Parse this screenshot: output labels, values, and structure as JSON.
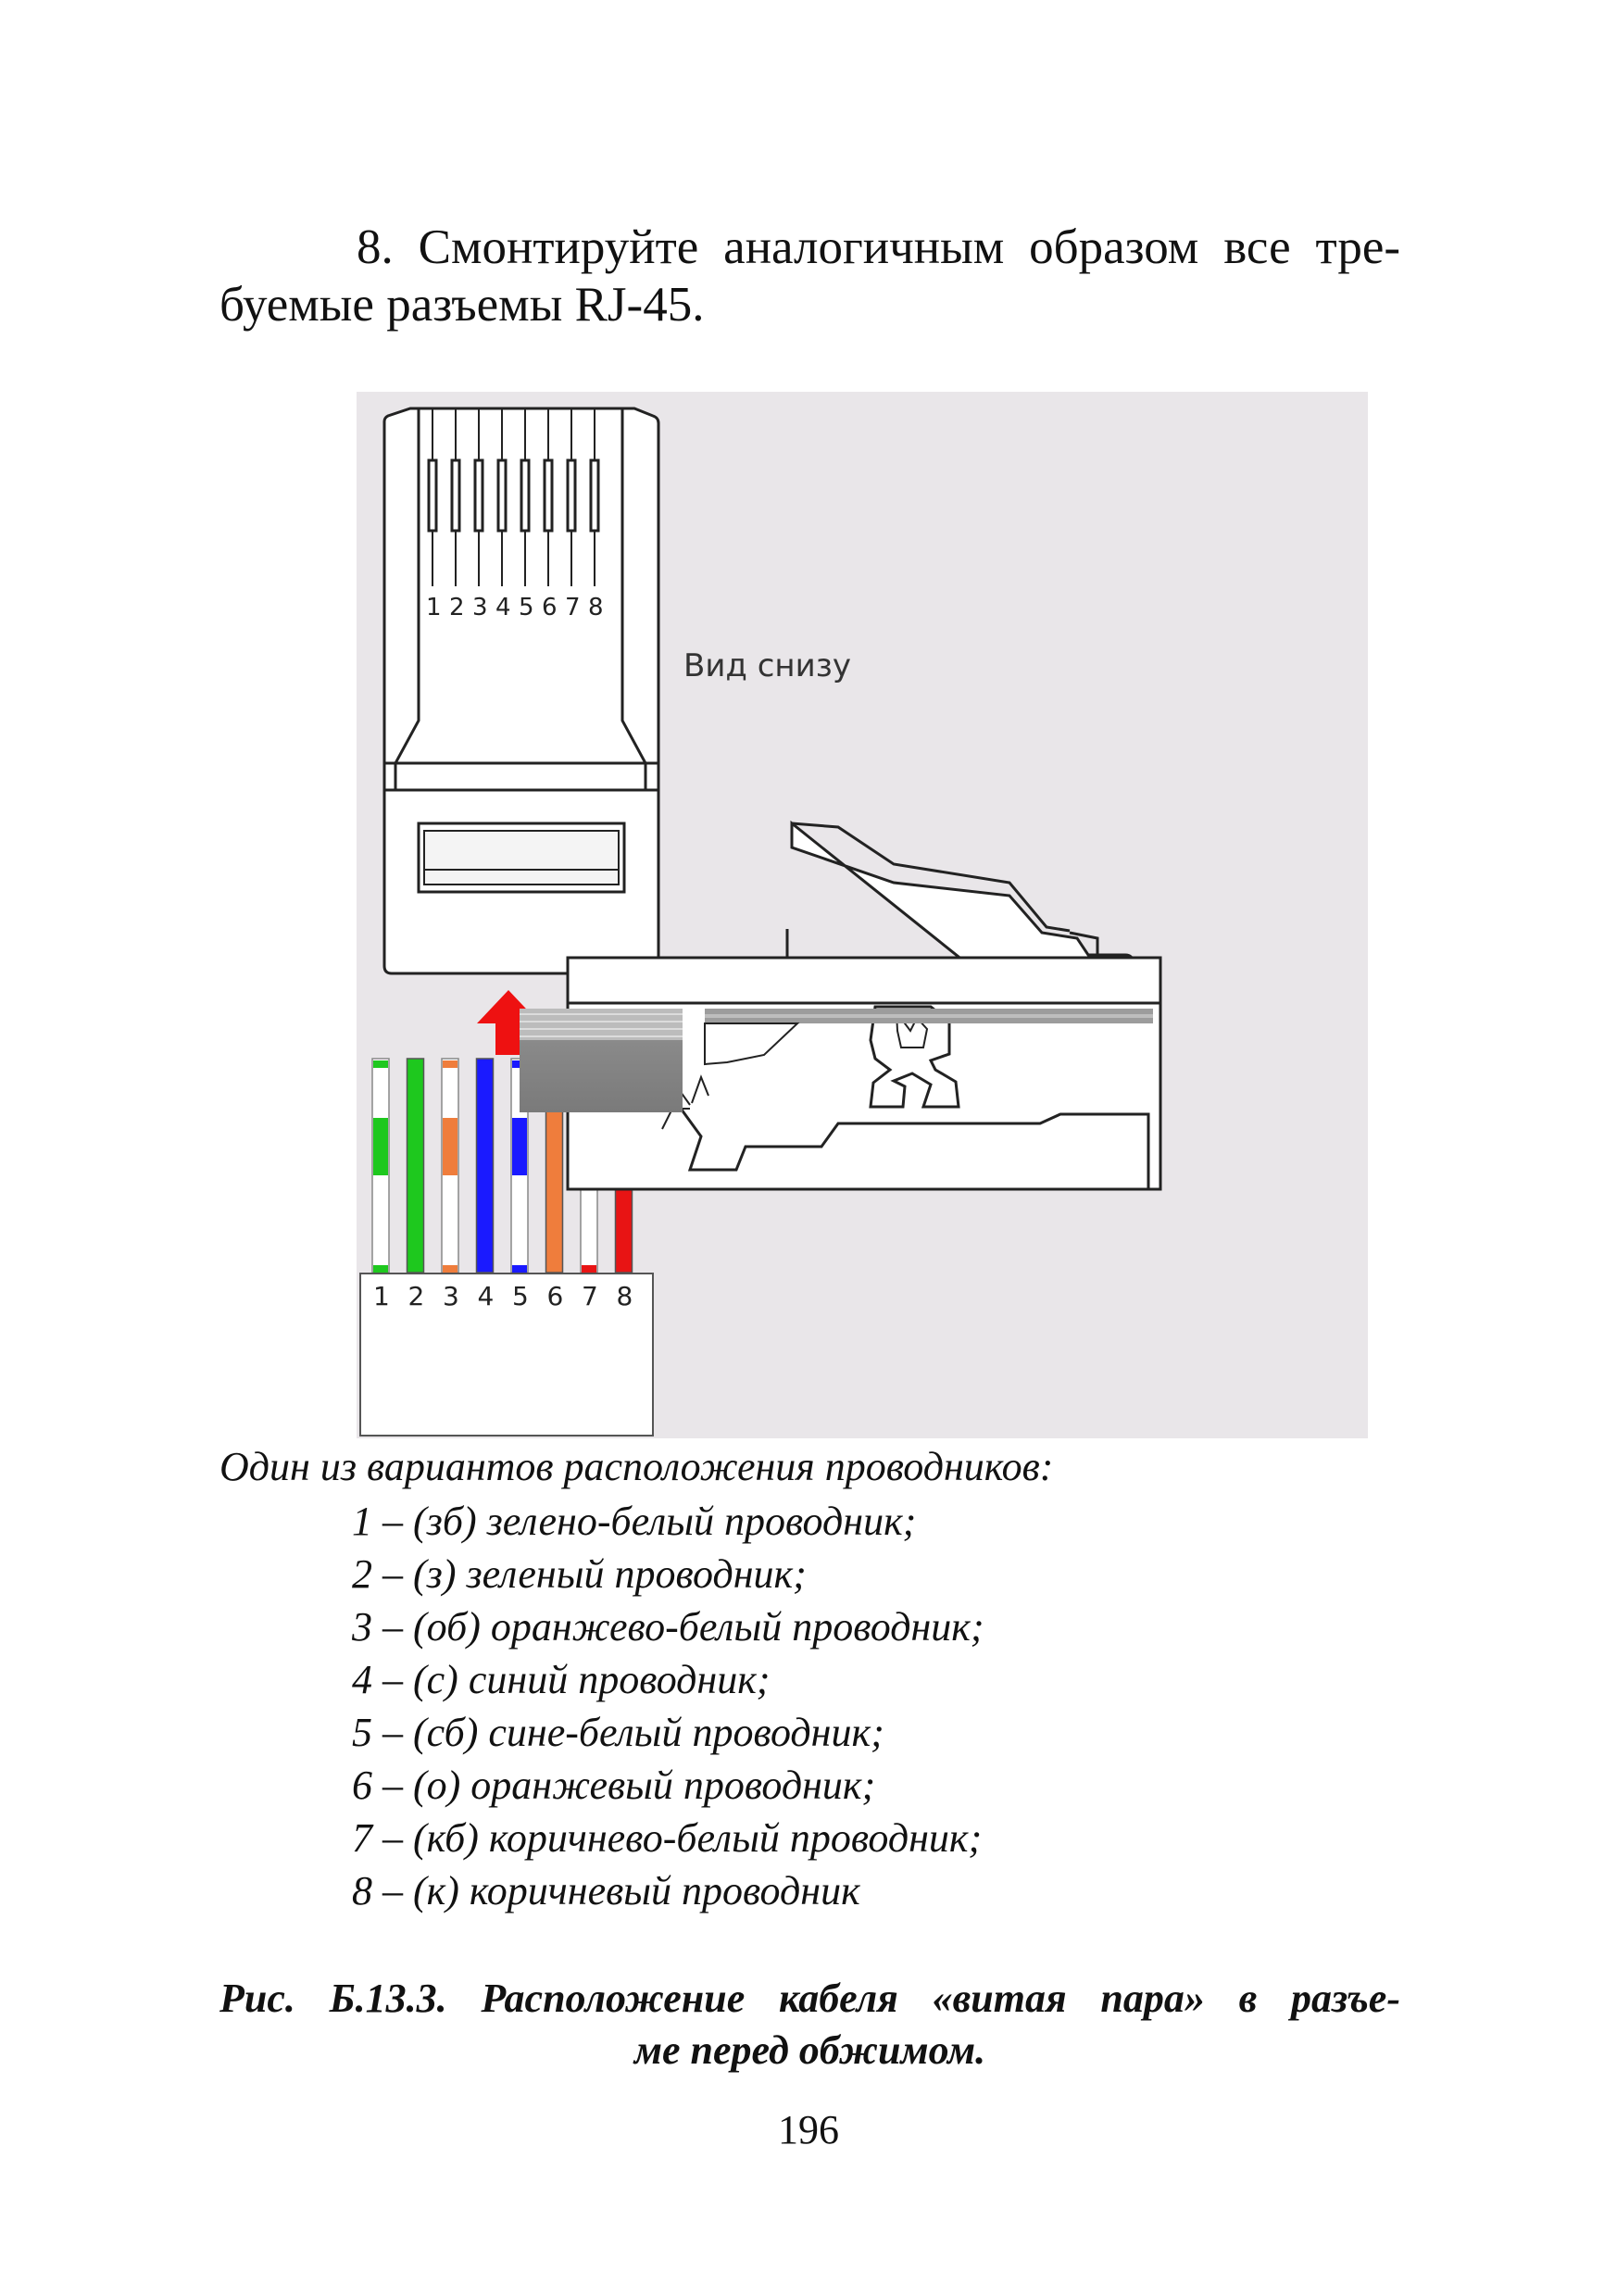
{
  "step": {
    "line1": "8. Смонтируйте аналогичным образом все тре-",
    "line2": "буемые разъемы RJ-45."
  },
  "figure": {
    "view_label": "Вид снизу",
    "connector_pin_numbers": [
      "1",
      "2",
      "3",
      "4",
      "5",
      "6",
      "7",
      "8"
    ],
    "wire_numbers": [
      "1",
      "2",
      "3",
      "4",
      "5",
      "6",
      "7",
      "8"
    ],
    "wires": [
      {
        "pin": "1",
        "color": "#1ec81e",
        "striped": true
      },
      {
        "pin": "2",
        "color": "#1ec81e",
        "striped": false
      },
      {
        "pin": "3",
        "color": "#ef7d3c",
        "striped": true
      },
      {
        "pin": "4",
        "color": "#1a1aff",
        "striped": false
      },
      {
        "pin": "5",
        "color": "#1a1aff",
        "striped": true
      },
      {
        "pin": "6",
        "color": "#ef7d3c",
        "striped": false
      },
      {
        "pin": "7",
        "color": "#e81414",
        "striped": true
      },
      {
        "pin": "8",
        "color": "#e81414",
        "striped": false
      }
    ],
    "arrow_color": "#ee1111",
    "background_color": "#e9e6e9"
  },
  "wire_list": {
    "intro": "Один из вариантов расположения проводников:",
    "items": [
      "1 – (зб) зелено-белый проводник;",
      "2 – (з) зеленый проводник;",
      "3 – (об) оранжево-белый проводник;",
      "4 – (с) синий проводник;",
      "5 – (сб) сине-белый проводник;",
      "6 – (о) оранжевый проводник;",
      "7 – (кб) коричнево-белый проводник;",
      "8 – (к) коричневый проводник"
    ]
  },
  "caption": {
    "line1": "Рис. Б.13.3. Расположение кабеля «витая пара» в разъе-",
    "line2": "ме перед обжимом."
  },
  "page_number": "196"
}
